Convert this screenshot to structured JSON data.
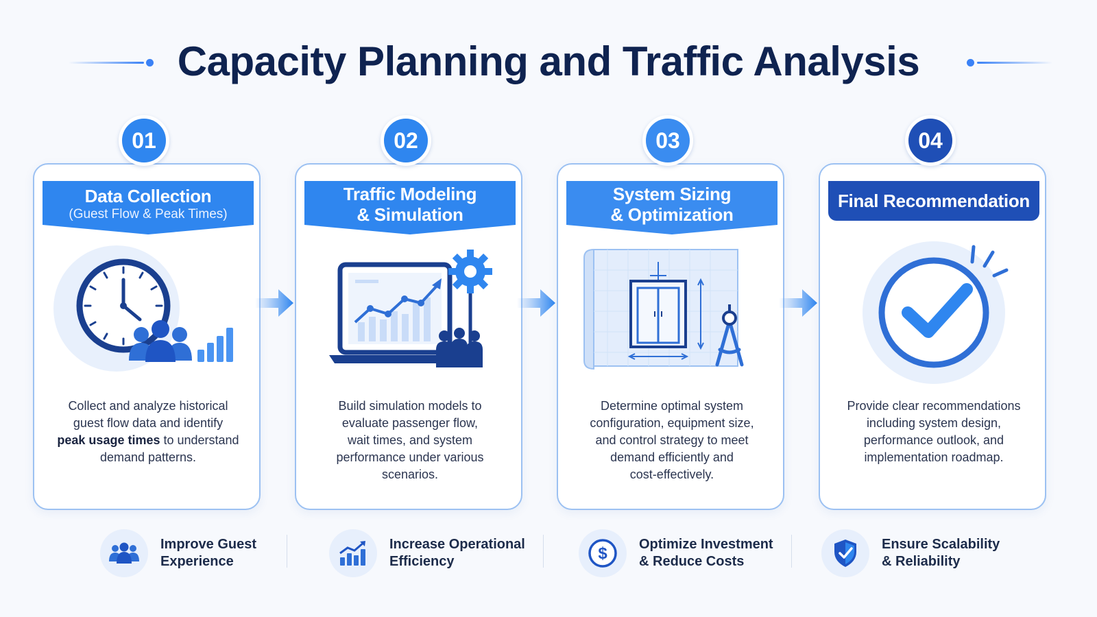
{
  "title": "Capacity Planning and Traffic Analysis",
  "colors": {
    "step1": "#2f86ef",
    "step2": "#2f86ef",
    "step3": "#3a8cf0",
    "step4": "#1f4fb6",
    "dark": "#1a3f8f"
  },
  "steps": [
    {
      "number": "01",
      "title": "Data Collection",
      "subtitle": "(Guest Flow & Peak Times)",
      "icon": "clock-people-chart-icon",
      "desc_lines": [
        "Collect and analyze historical",
        "guest flow data and identify"
      ],
      "desc_bold": "peak usage times",
      "desc_bold_tail": " to understand",
      "desc_last": "demand patterns."
    },
    {
      "number": "02",
      "title": "Traffic Modeling",
      "subtitle": "& Simulation",
      "icon": "laptop-chart-gear-icon",
      "desc_lines": [
        "Build simulation models to",
        "evaluate passenger flow,",
        "wait times, and system",
        "performance under various",
        "scenarios."
      ]
    },
    {
      "number": "03",
      "title": "System Sizing",
      "subtitle": "& Optimization",
      "icon": "blueprint-elevator-compass-icon",
      "desc_lines": [
        "Determine optimal system",
        "configuration, equipment size,",
        "and control strategy to meet",
        "demand efficiently and",
        "cost-effectively."
      ]
    },
    {
      "number": "04",
      "title": "Final Recommendation",
      "icon": "checkmark-circle-icon",
      "desc_lines": [
        "Provide clear recommendations",
        "including system design,",
        "performance outlook, and",
        "implementation roadmap."
      ]
    }
  ],
  "benefits": [
    {
      "line1": "Improve Guest",
      "line2": "Experience",
      "icon": "people-group-icon"
    },
    {
      "line1": "Increase Operational",
      "line2": "Efficiency",
      "icon": "growth-chart-icon"
    },
    {
      "line1": "Optimize Investment",
      "line2": "& Reduce Costs",
      "icon": "dollar-coin-icon"
    },
    {
      "line1": "Ensure Scalability",
      "line2": "& Reliability",
      "icon": "shield-check-icon"
    }
  ]
}
